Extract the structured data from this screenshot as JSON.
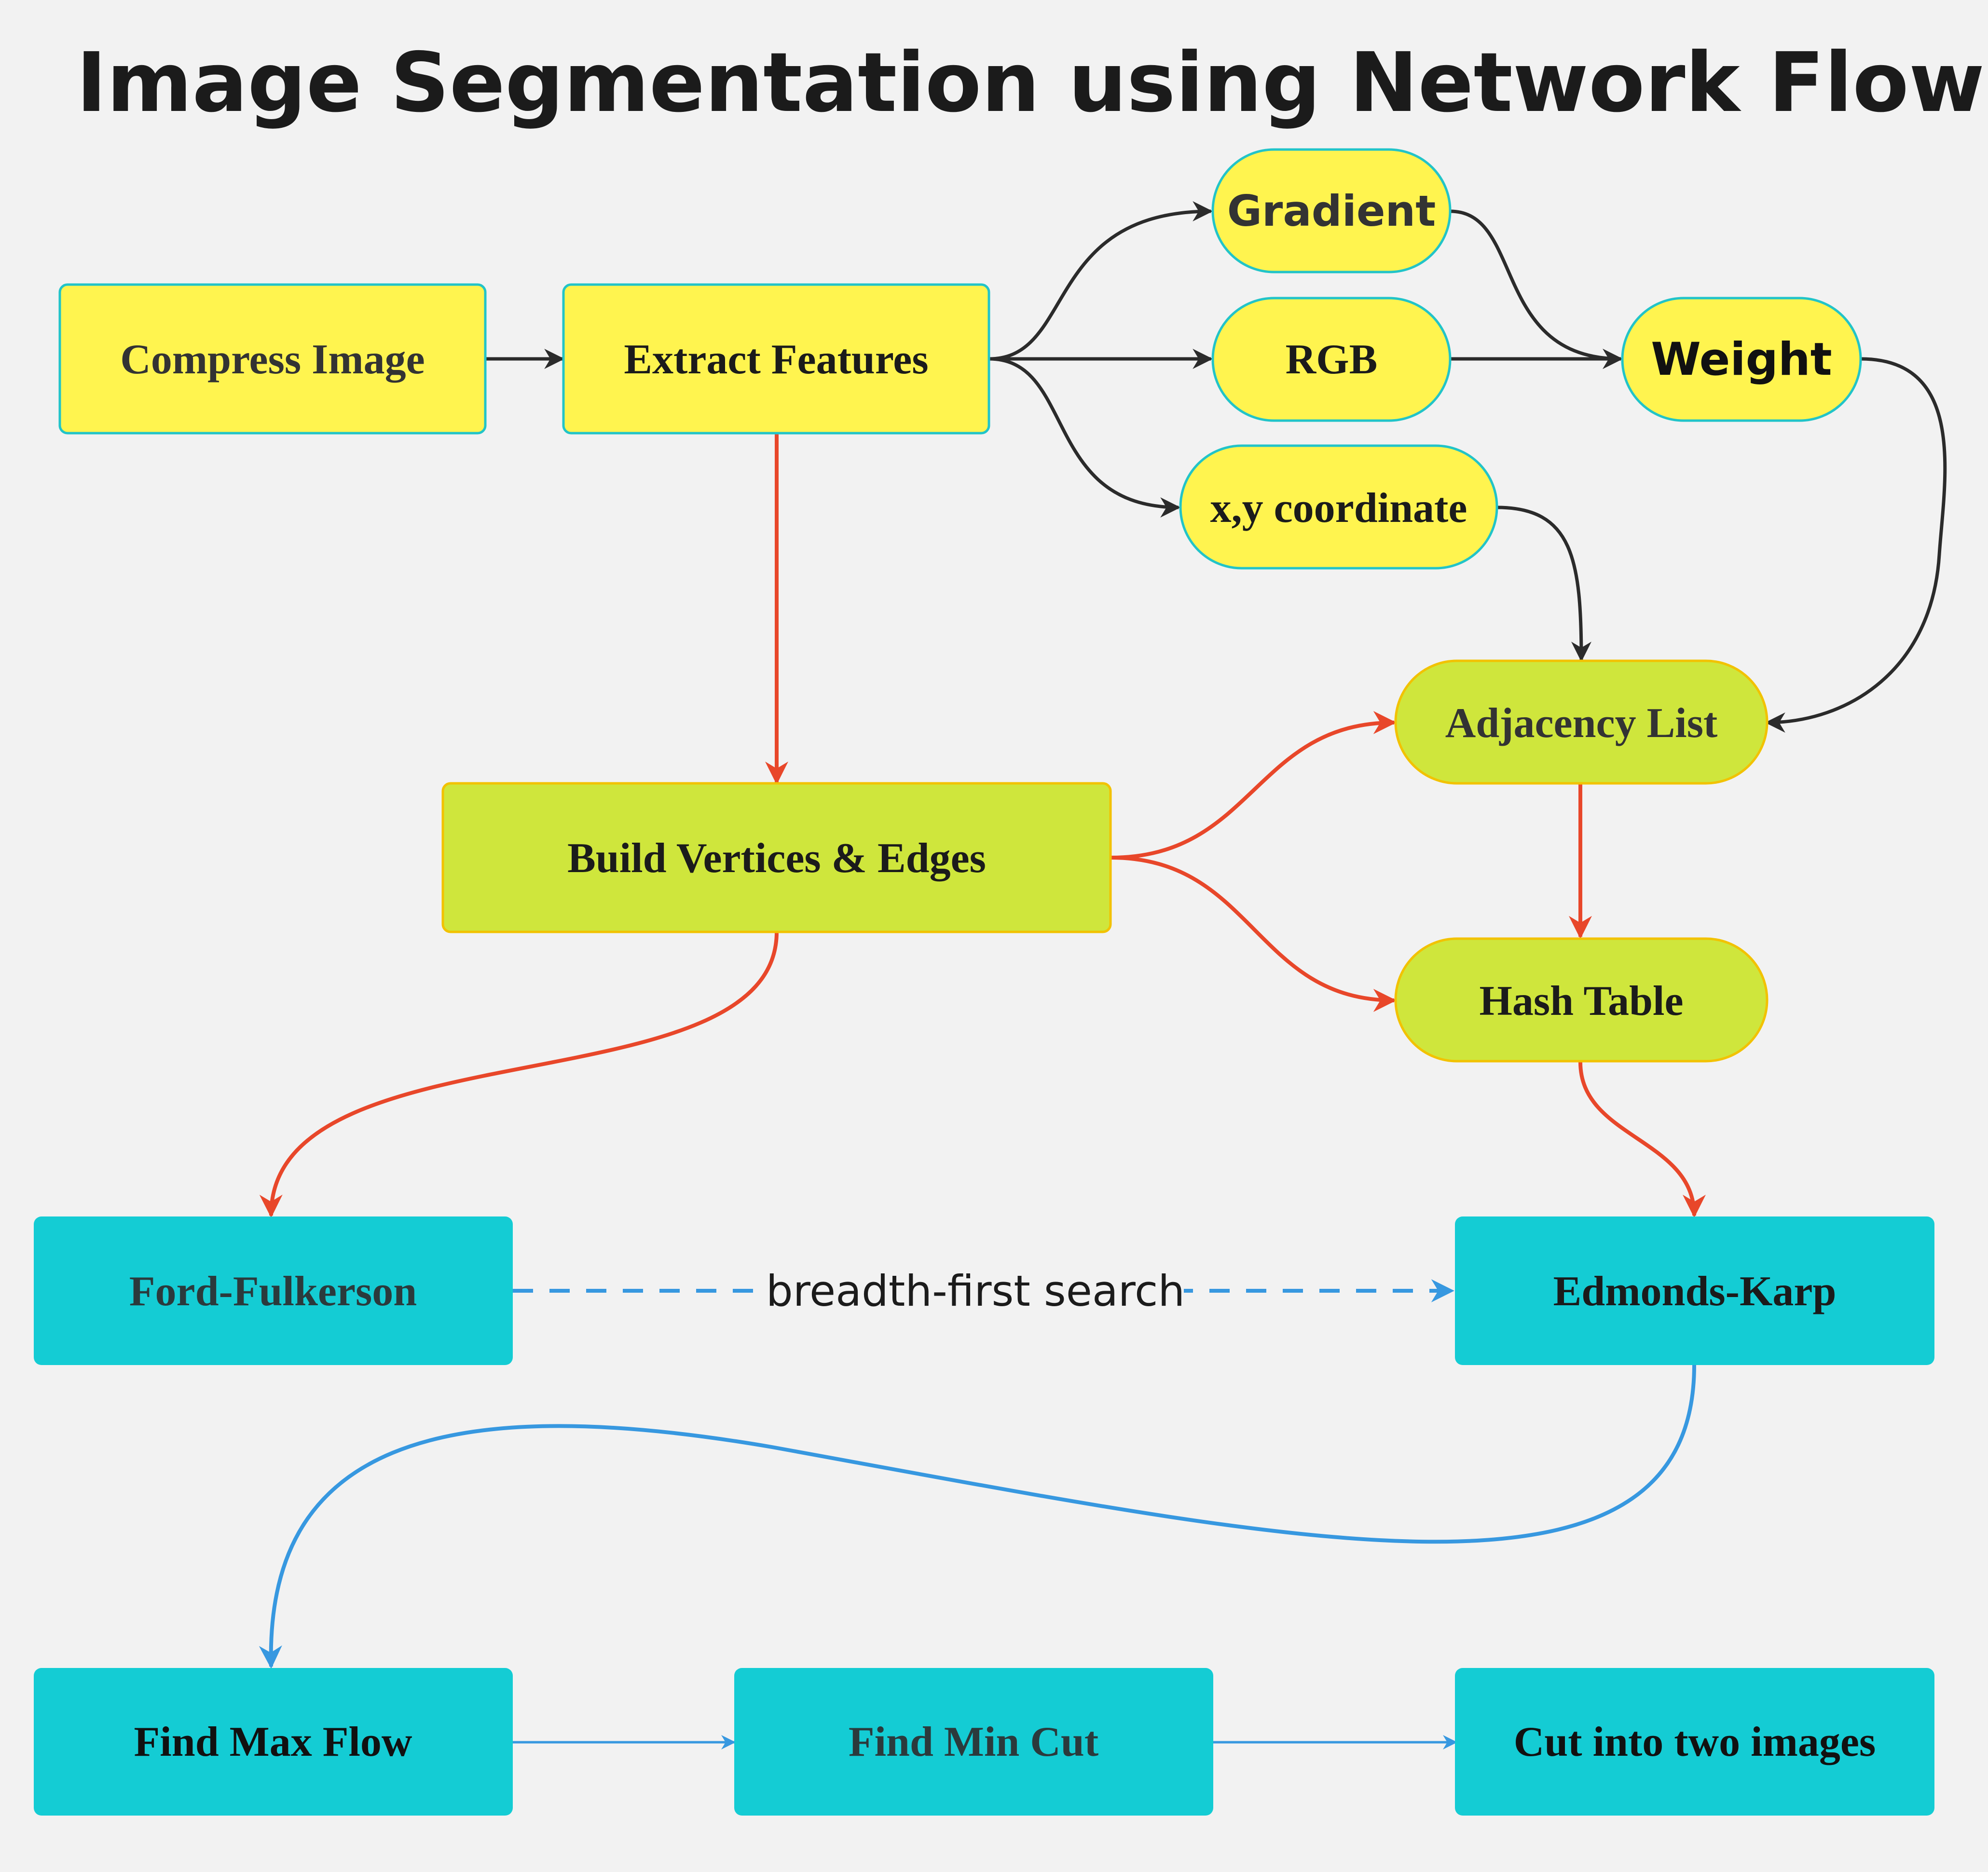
{
  "title": "Image Segmentation using Network Flow",
  "colors": {
    "background": "#f2f2f2",
    "yellow": "#fff44f",
    "yellow_border": "#22c4c8",
    "lime": "#cfe63c",
    "lime_border": "#f2c200",
    "teal": "#14ccd4",
    "black_edge": "#2b2b2b",
    "red_edge": "#e8472a",
    "blue_edge": "#3798e0"
  },
  "nodes": {
    "compress_image": "Compress Image",
    "extract_features": "Extract Features",
    "gradient": "Gradient",
    "rgb": "RGB",
    "xy_coordinate": "x,y coordinate",
    "weight": "Weight",
    "adjacency_list": "Adjacency List",
    "build_vertices_edges": "Build Vertices & Edges",
    "hash_table": "Hash Table",
    "ford_fulkerson": "Ford-Fulkerson",
    "edmonds_karp": "Edmonds-Karp",
    "find_max_flow": "Find Max Flow",
    "find_min_cut": "Find Min Cut",
    "cut_into_two_images": "Cut into two images"
  },
  "edge_labels": {
    "bfs": "breadth-first search"
  }
}
